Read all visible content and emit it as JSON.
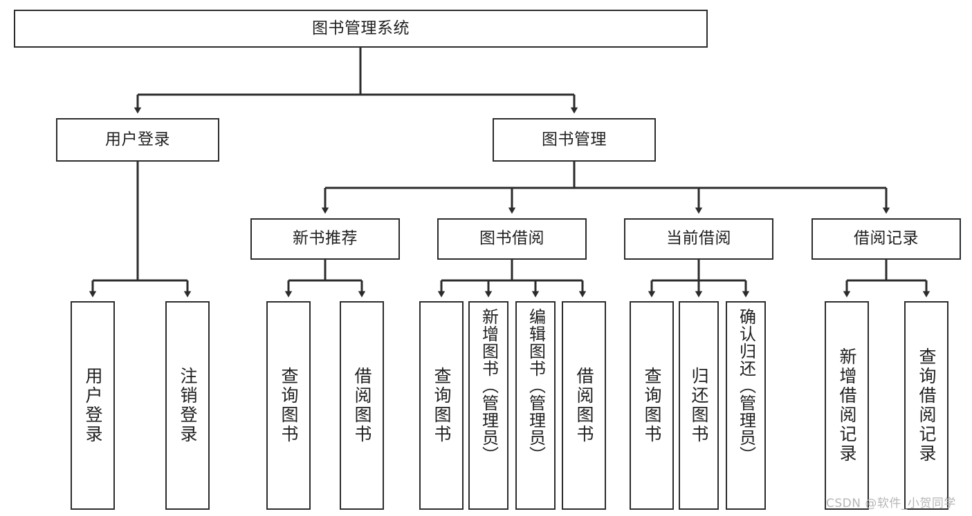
{
  "diagram": {
    "type": "tree",
    "title": "图书管理系统",
    "colors": {
      "stroke": "#2b2b2b",
      "background": "#ffffff",
      "text": "#1f1f1f",
      "watermark": "#b6b6b6"
    },
    "root": {
      "label": "图书管理系统"
    },
    "level2": [
      {
        "label": "用户登录"
      },
      {
        "label": "图书管理"
      }
    ],
    "level3": [
      {
        "label": "新书推荐"
      },
      {
        "label": "图书借阅"
      },
      {
        "label": "当前借阅"
      },
      {
        "label": "借阅记录"
      }
    ],
    "leaves": {
      "user_login": [
        {
          "label": "用户登录"
        },
        {
          "label": "注销登录"
        }
      ],
      "new_book_recommend": [
        {
          "label": "查询图书"
        },
        {
          "label": "借阅图书"
        }
      ],
      "book_borrow": [
        {
          "label": "查询图书"
        },
        {
          "label": "新增图书（管理员）"
        },
        {
          "label": "编辑图书（管理员）"
        },
        {
          "label": "借阅图书"
        }
      ],
      "current_borrow": [
        {
          "label": "查询图书"
        },
        {
          "label": "归还图书"
        },
        {
          "label": "确认归还（管理员）"
        }
      ],
      "borrow_record": [
        {
          "label": "新增借阅记录"
        },
        {
          "label": "查询借阅记录"
        }
      ]
    },
    "watermark": "CSDN @软件_小贺同学"
  }
}
